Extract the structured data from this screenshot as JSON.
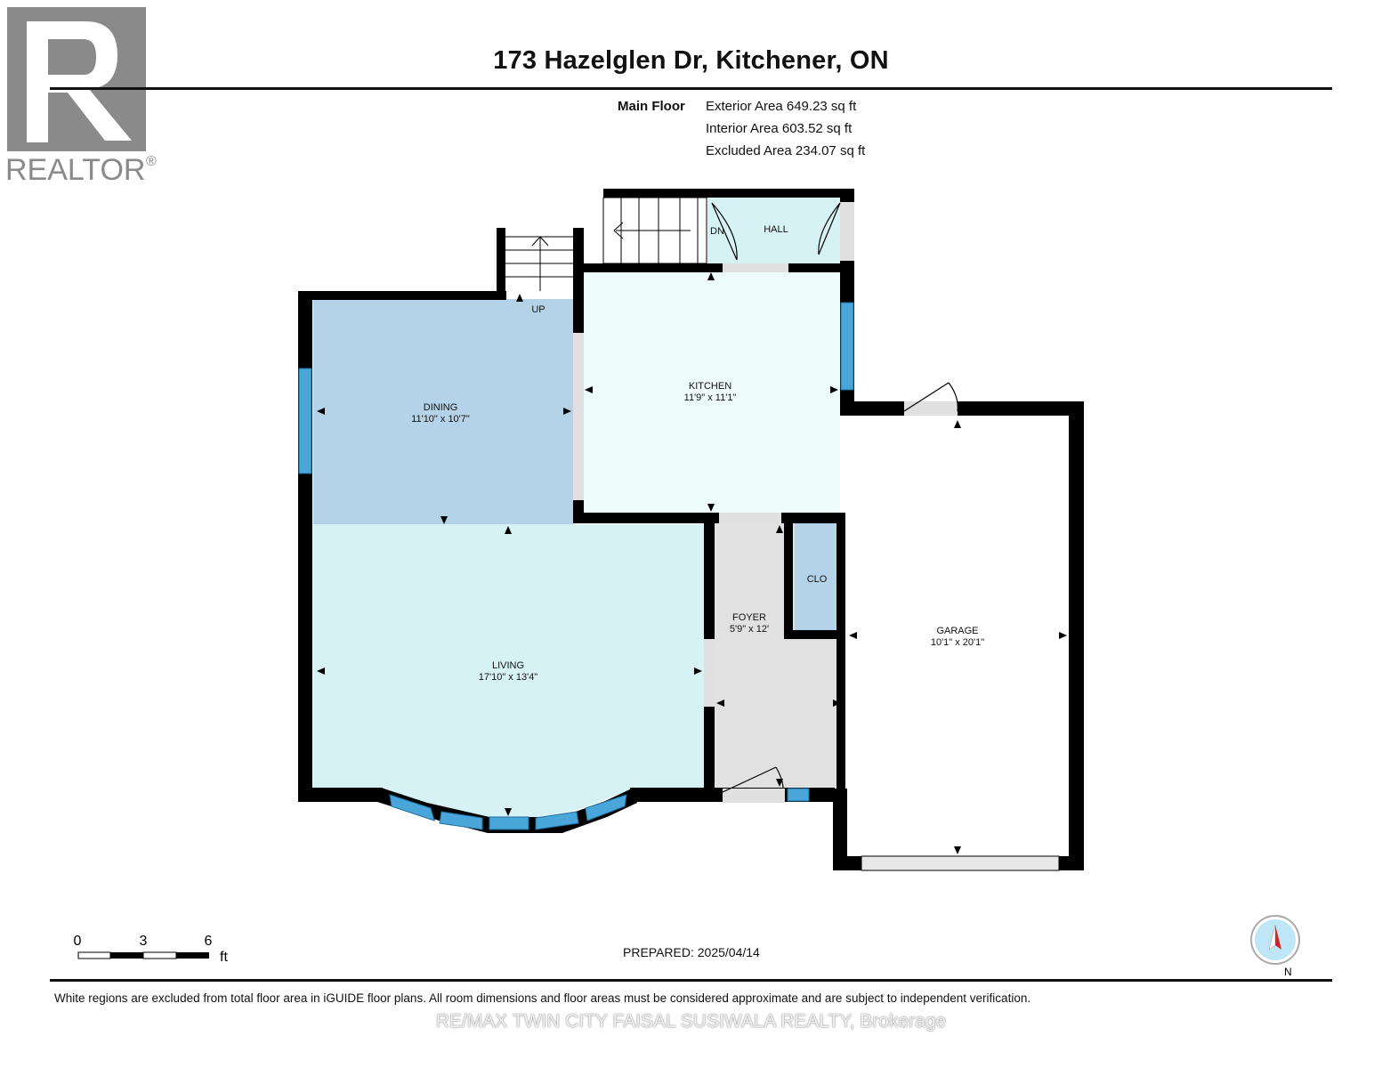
{
  "title": "173 Hazelglen Dr, Kitchener, ON",
  "logo": {
    "text": "REALTOR",
    "mark": "®",
    "icon": "realtor-r-logo"
  },
  "floor": {
    "name": "Main Floor",
    "areas": [
      "Exterior Area 649.23 sq ft",
      "Interior Area 603.52 sq ft",
      "Excluded Area 234.07 sq ft"
    ]
  },
  "rooms": {
    "dining": {
      "name": "DINING",
      "dims": "11'10\" x 10'7\""
    },
    "kitchen": {
      "name": "KITCHEN",
      "dims": "11'9\" x 11'1\""
    },
    "living": {
      "name": "LIVING",
      "dims": "17'10\" x 13'4\""
    },
    "foyer": {
      "name": "FOYER",
      "dims": "5'9\" x 12'"
    },
    "garage": {
      "name": "GARAGE",
      "dims": "10'1\" x 20'1\""
    },
    "hall": {
      "name": "HALL"
    },
    "closet": {
      "name": "CLO"
    }
  },
  "stairs": {
    "up": "UP",
    "down": "DN"
  },
  "colors": {
    "dining": "#b4d3e8",
    "kitchen": "#eefcfc",
    "living": "#d6f2f4",
    "foyer": "#e1e1e1",
    "hall": "#d6f2f4",
    "closet": "#b4d3e8",
    "window": "#4aa6d8",
    "wall": "#000000"
  },
  "scale": {
    "labels": [
      "0",
      "3",
      "6"
    ],
    "unit": "ft"
  },
  "prepared": "PREPARED: 2025/04/14",
  "disclaimer": "White regions are excluded from total floor area in iGUIDE floor plans. All room dimensions and floor areas must be considered approximate and are subject to independent verification.",
  "brokerage": "RE/MAX TWIN CITY FAISAL SUSIWALA REALTY, Brokerage",
  "compass": {
    "label": "N",
    "icon": "compass-icon"
  }
}
